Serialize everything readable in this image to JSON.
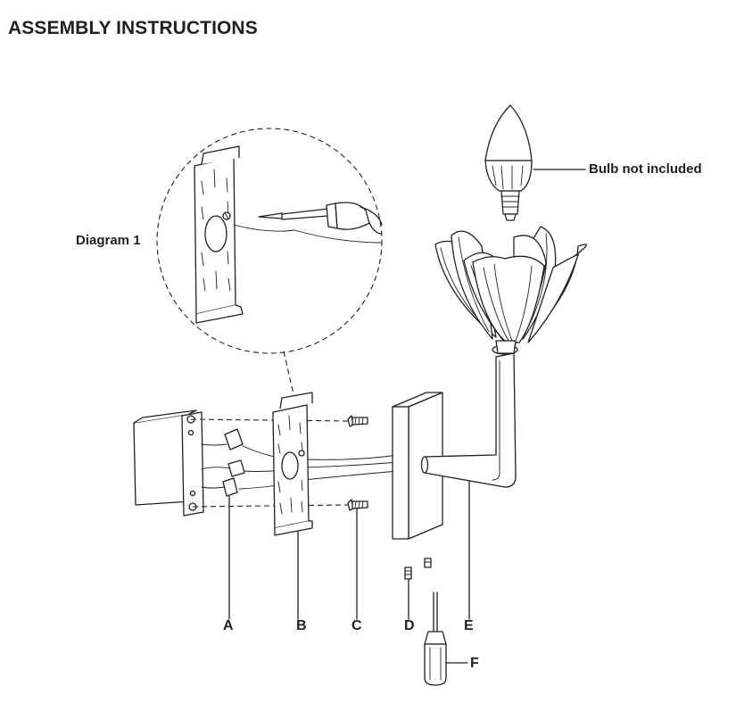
{
  "page": {
    "title": "ASSEMBLY INSTRUCTIONS"
  },
  "callouts": {
    "diagram_label": "Diagram 1",
    "bulb_note": "Bulb not included"
  },
  "parts": {
    "a": "A",
    "b": "B",
    "c": "C",
    "d": "D",
    "e": "E",
    "f": "F"
  },
  "colors": {
    "ink": "#231f20",
    "background": "#ffffff"
  }
}
